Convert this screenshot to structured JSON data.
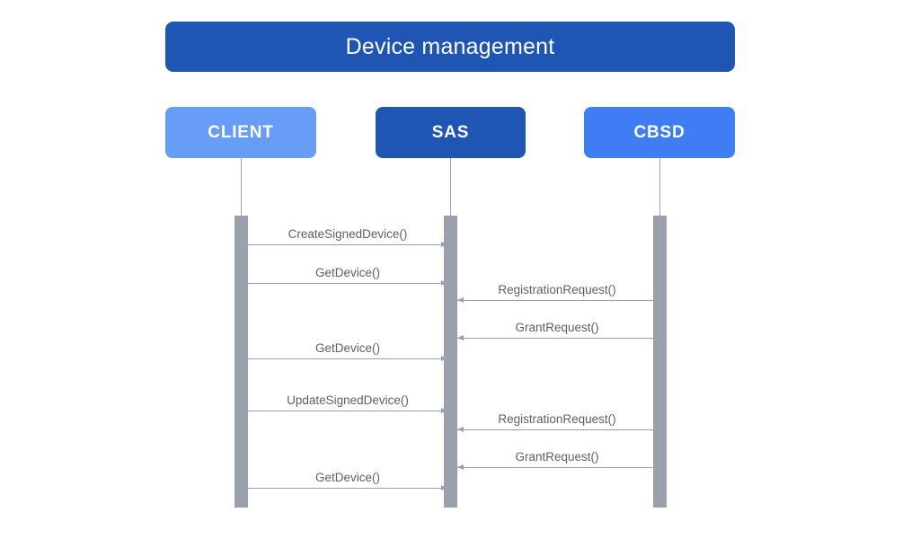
{
  "diagram": {
    "title": "Device management",
    "title_color": "#1f55b3",
    "background_color": "#ffffff",
    "lifeline_color": "#9aa0ac",
    "activation_color": "#9aa0ac",
    "message_color": "#9aa0ac",
    "message_label_color": "#5a5f6a",
    "type": "sequence-diagram"
  },
  "participants": [
    {
      "id": "client",
      "label": "CLIENT",
      "color": "#679df7"
    },
    {
      "id": "sas",
      "label": "SAS",
      "color": "#1f55b3"
    },
    {
      "id": "cbsd",
      "label": "CBSD",
      "color": "#3f7df5"
    }
  ],
  "messages": [
    {
      "label": "CreateSignedDevice()",
      "from": "client",
      "to": "sas",
      "direction": "right"
    },
    {
      "label": "GetDevice()",
      "from": "client",
      "to": "sas",
      "direction": "right"
    },
    {
      "label": "RegistrationRequest()",
      "from": "cbsd",
      "to": "sas",
      "direction": "left"
    },
    {
      "label": "GrantRequest()",
      "from": "cbsd",
      "to": "sas",
      "direction": "left"
    },
    {
      "label": "GetDevice()",
      "from": "client",
      "to": "sas",
      "direction": "right"
    },
    {
      "label": "UpdateSignedDevice()",
      "from": "client",
      "to": "sas",
      "direction": "right"
    },
    {
      "label": "RegistrationRequest()",
      "from": "cbsd",
      "to": "sas",
      "direction": "left"
    },
    {
      "label": "GrantRequest()",
      "from": "cbsd",
      "to": "sas",
      "direction": "left"
    },
    {
      "label": "GetDevice()",
      "from": "client",
      "to": "sas",
      "direction": "right"
    }
  ]
}
